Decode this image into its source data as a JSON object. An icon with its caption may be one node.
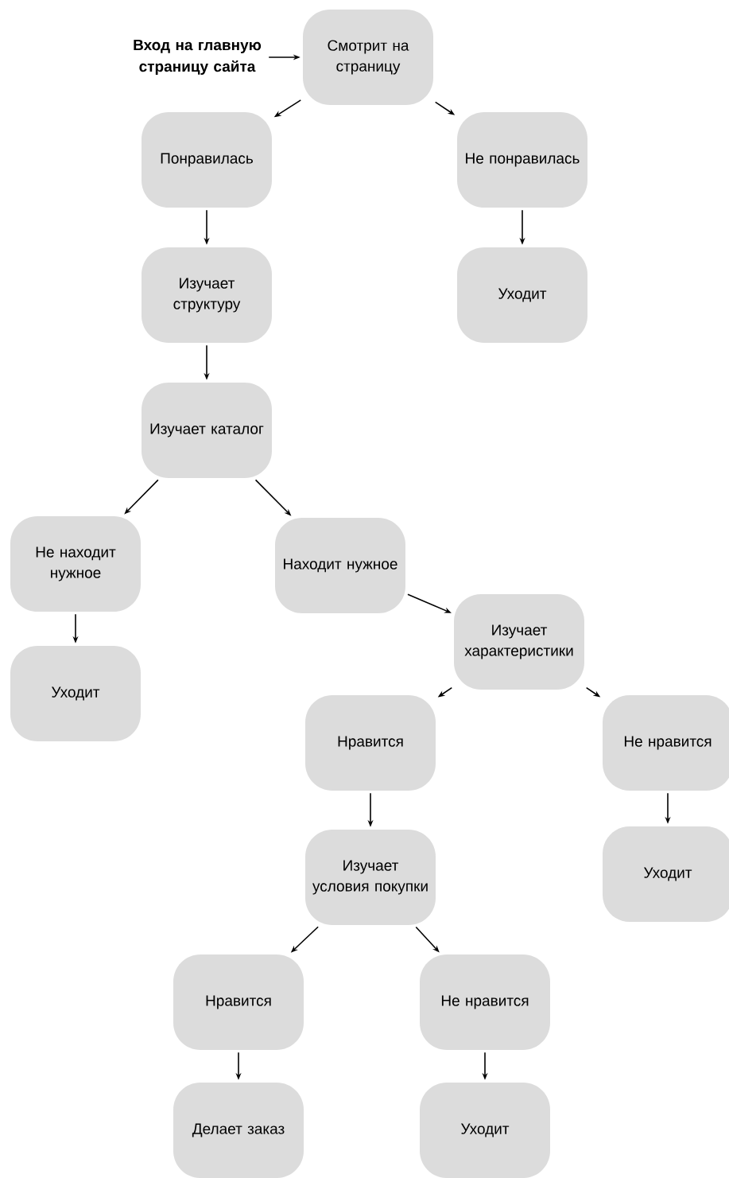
{
  "diagram": {
    "nodes": [
      {
        "text": [
          "Вход на главную страницу сайта"
        ]
      },
      {
        "text": [
          "Смотрит на страницу"
        ]
      },
      {
        "text": [
          "Понравилась"
        ]
      },
      {
        "text": [
          "Не понравилась"
        ]
      },
      {
        "text": [
          "Уходит"
        ]
      },
      {
        "text": [
          "Изучает структуру"
        ]
      },
      {
        "text": [
          "Изучает каталог"
        ]
      },
      {
        "text": [
          "Не находит нужное"
        ]
      },
      {
        "text": [
          "Уходит"
        ]
      },
      {
        "text": [
          "Находит нужное"
        ]
      },
      {
        "text": [
          "Изучает характеристики"
        ]
      },
      {
        "text": [
          "Нравится"
        ]
      },
      {
        "text": [
          "Не нравится"
        ]
      },
      {
        "text": [
          "Уходит"
        ]
      },
      {
        "text": [
          "Изучает условия покупки"
        ]
      },
      {
        "text": [
          "Нравится"
        ]
      },
      {
        "text": [
          "Не нравится"
        ]
      },
      {
        "text": [
          "Делает заказ"
        ]
      },
      {
        "text": [
          "Уходит"
        ]
      }
    ],
    "edges": [
      {
        "from": 0,
        "to": 1,
        "arrow": "to"
      },
      {
        "from": 1,
        "to": 2,
        "arrow": "to"
      },
      {
        "from": 1,
        "to": 3,
        "arrow": "to"
      },
      {
        "from": 3,
        "to": 4,
        "arrow": "to"
      },
      {
        "from": 2,
        "to": 5,
        "arrow": "to"
      },
      {
        "from": 5,
        "to": 6,
        "arrow": "to"
      },
      {
        "from": 6,
        "to": 7,
        "arrow": "to"
      },
      {
        "from": 6,
        "to": 9,
        "arrow": "to"
      },
      {
        "from": 7,
        "to": 8,
        "arrow": "to"
      },
      {
        "from": 9,
        "to": 10,
        "arrow": "to"
      },
      {
        "from": 10,
        "to": 11,
        "arrow": "to"
      },
      {
        "from": 10,
        "to": 12,
        "arrow": "to"
      },
      {
        "from": 12,
        "to": 13,
        "arrow": "to"
      },
      {
        "from": 11,
        "to": 14,
        "arrow": "to"
      },
      {
        "from": 14,
        "to": 15,
        "arrow": "to"
      },
      {
        "from": 14,
        "to": 16,
        "arrow": "to"
      },
      {
        "from": 15,
        "to": 17,
        "arrow": "to"
      },
      {
        "from": 16,
        "to": 18,
        "arrow": "to"
      }
    ]
  }
}
